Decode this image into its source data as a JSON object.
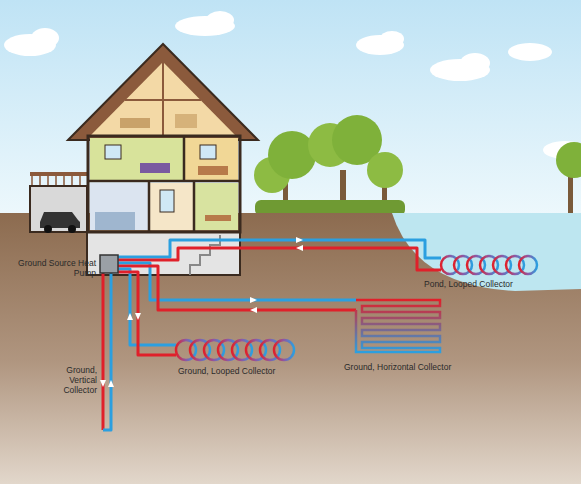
{
  "diagram": {
    "labels": [
      "Ground Source Heat Pump",
      "Pond, Looped Collector",
      "Ground, Vertical Collector",
      "Ground, Looped Collector",
      "Ground, Horizontal Collector"
    ]
  }
}
